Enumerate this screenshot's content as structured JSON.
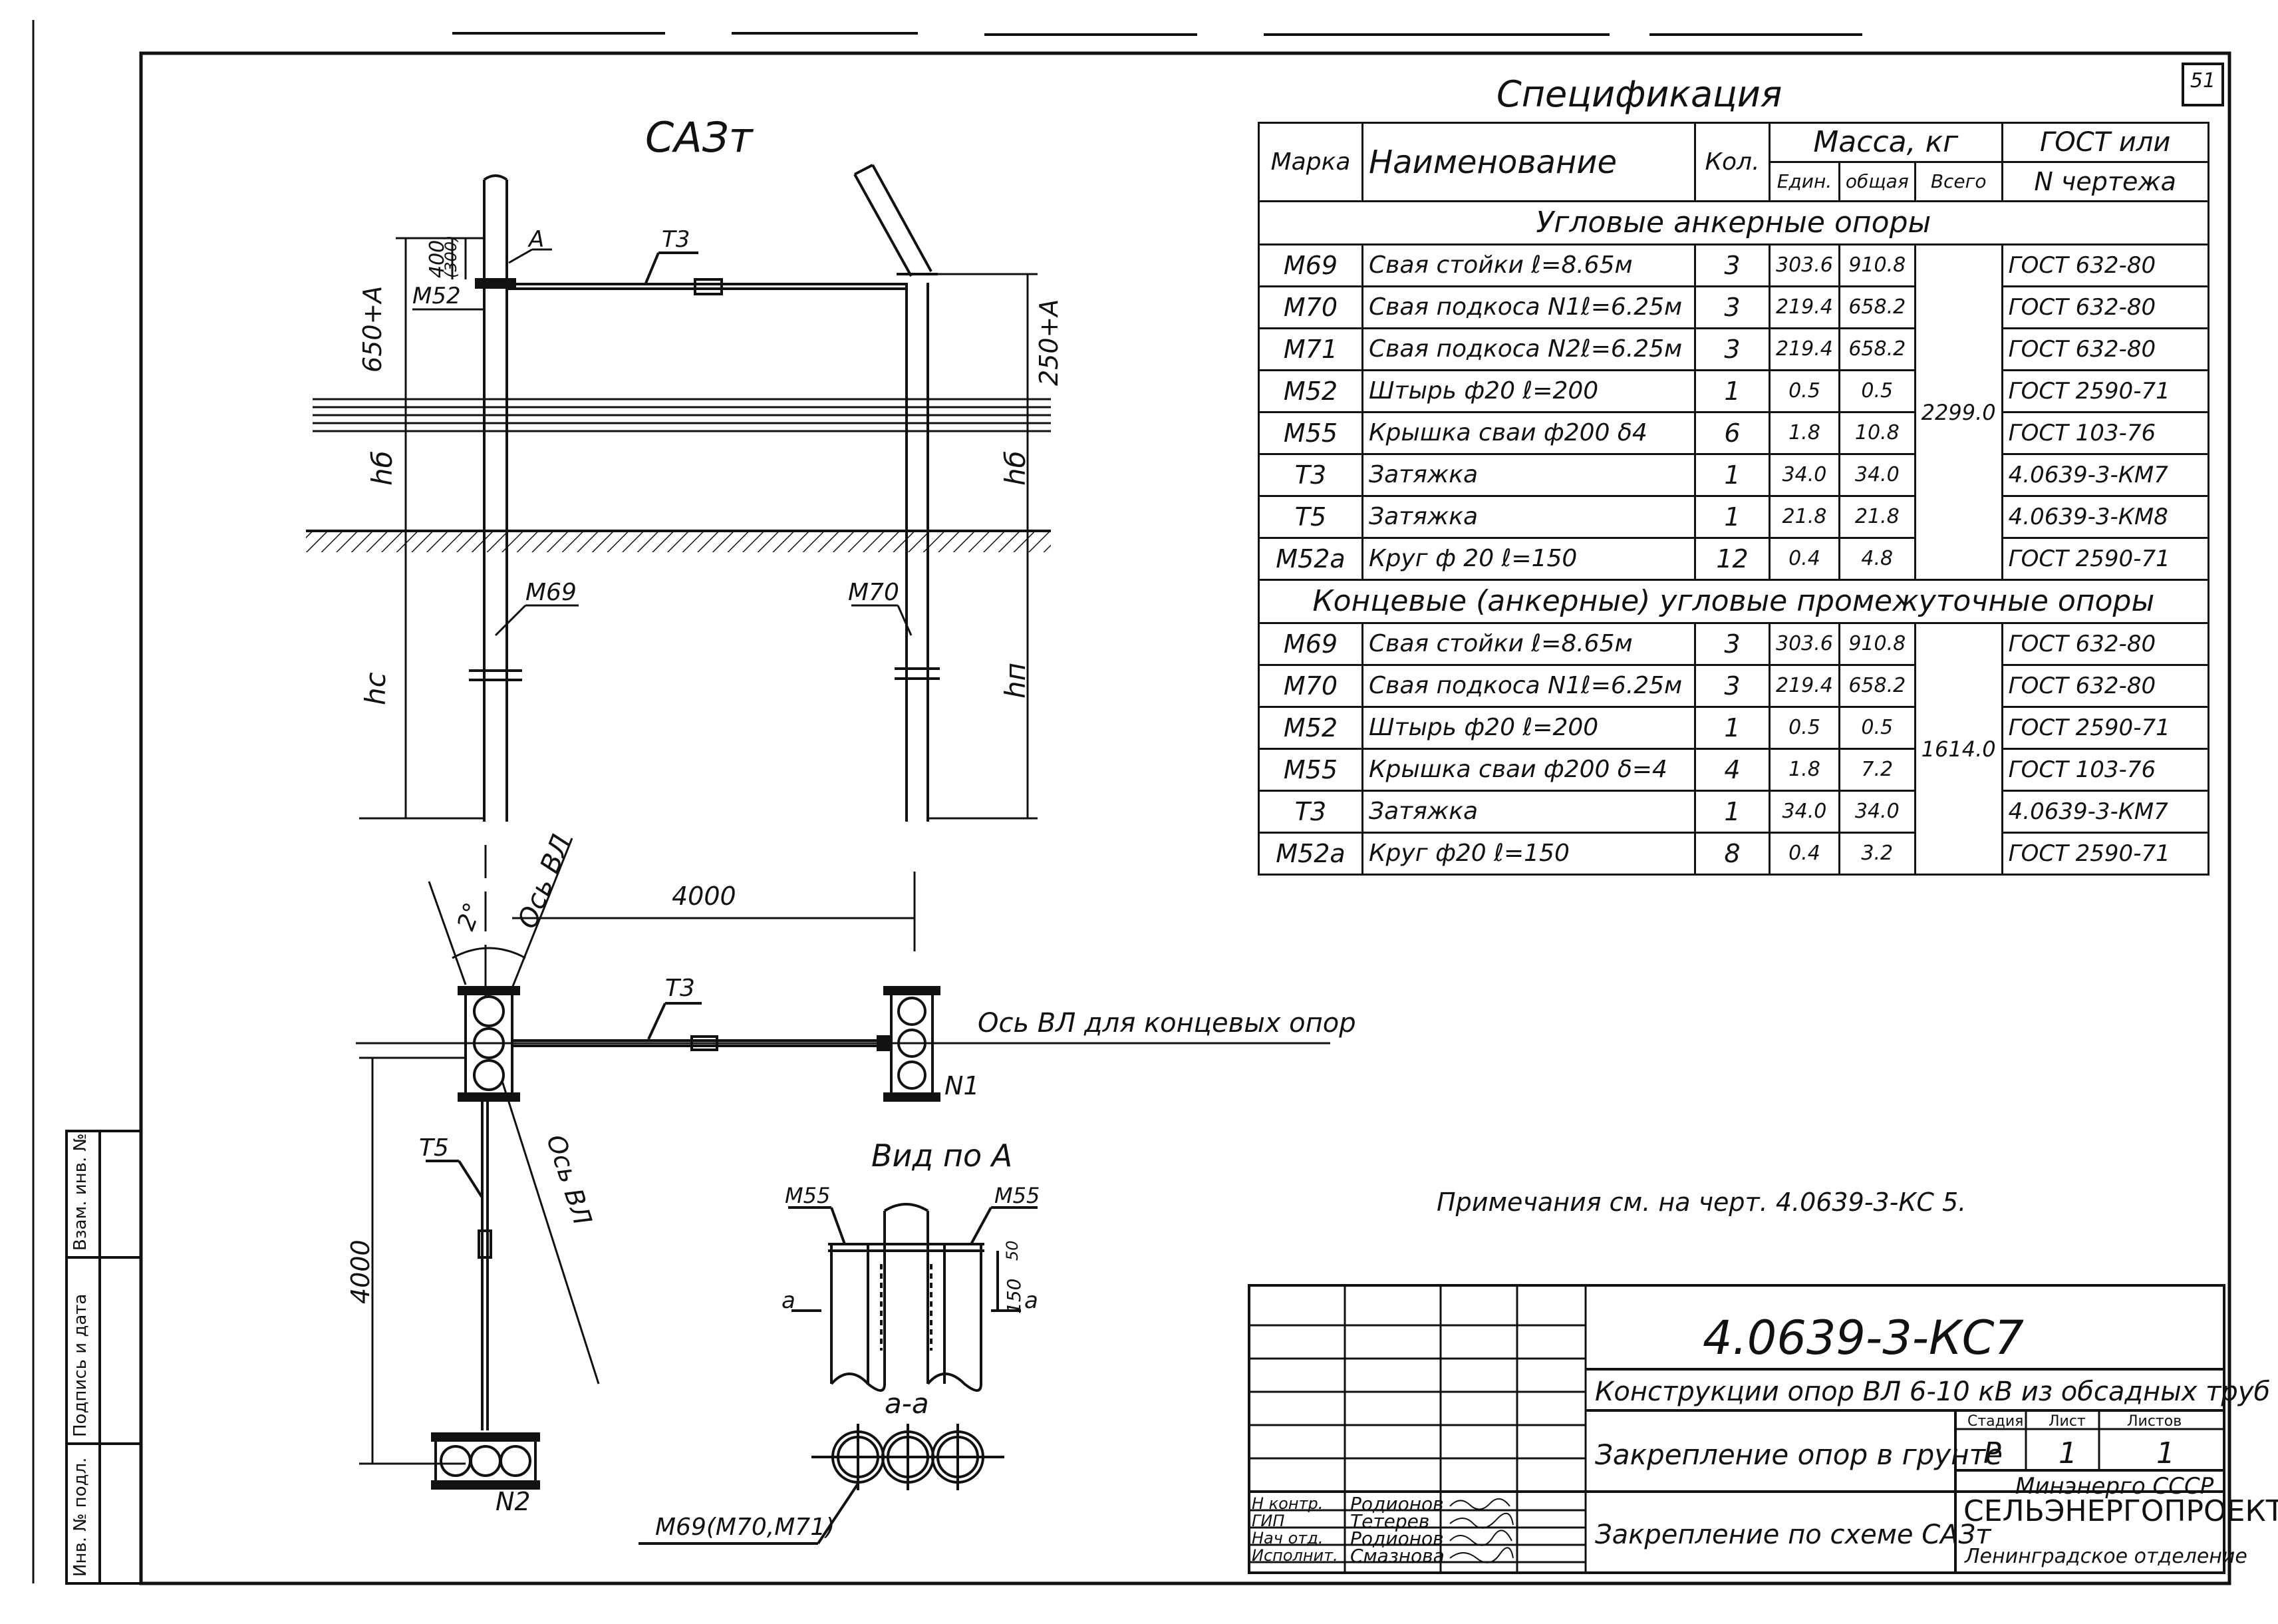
{
  "sheet": {
    "sheet_number": "51",
    "drawing_title": "САЗт",
    "notes": "Примечания см. на черт. 4.0639-3-КС 5."
  },
  "side_strip": {
    "labels": [
      "Инв. № подл.",
      "Подпись и дата",
      "Взам. инв. №"
    ]
  },
  "elevation": {
    "dim_400": "400",
    "dim_300": "(300)",
    "label_A": "А",
    "label_T3": "Т3",
    "label_M52": "М52",
    "dim_650A": "650+А",
    "dim_250A": "250+А",
    "dim_hb_left": "hб",
    "dim_hb_right": "hб",
    "label_M69": "М69",
    "label_M70": "М70",
    "dim_hc": "hc",
    "dim_hn": "hп"
  },
  "plan": {
    "angle": "2°",
    "axis_vl": "Ось ВЛ",
    "dim_4000_top": "4000",
    "label_T3": "Т3",
    "axis_end": "Ось ВЛ для концевых опор",
    "label_N1": "N1",
    "label_T5": "Т5",
    "axis_vl_rot": "Ось ВЛ",
    "dim_4000_left": "4000",
    "label_N2": "N2",
    "label_M69_group": "М69(М70,М71)"
  },
  "view_a": {
    "title": "Вид по А",
    "m55_left": "М55",
    "m55_right": "М55",
    "dim_50": "50",
    "dim_150": "150",
    "section_left": "а",
    "section_right": "а",
    "section_label": "а-а"
  },
  "spec": {
    "title": "Спецификация",
    "headers": {
      "mark": "Марка",
      "name": "Наименование",
      "qty": "Кол.",
      "mass": "Масса, кг",
      "unit": "Един.",
      "general": "общая",
      "all": "Всего",
      "gost": "ГОСТ или",
      "drawing": "N чертежа"
    },
    "sections": [
      {
        "title": "Угловые анкерные опоры",
        "total": "2299.0",
        "rows": [
          {
            "mark": "М69",
            "name": "Свая стойки ℓ=8.65м",
            "qty": "3",
            "unit": "303.6",
            "general": "910.8",
            "gost": "ГОСТ 632-80"
          },
          {
            "mark": "М70",
            "name": "Свая подкоса N1ℓ=6.25м",
            "qty": "3",
            "unit": "219.4",
            "general": "658.2",
            "gost": "ГОСТ 632-80"
          },
          {
            "mark": "М71",
            "name": "Свая подкоса N2ℓ=6.25м",
            "qty": "3",
            "unit": "219.4",
            "general": "658.2",
            "gost": "ГОСТ 632-80"
          },
          {
            "mark": "М52",
            "name": "Штырь ф20 ℓ=200",
            "qty": "1",
            "unit": "0.5",
            "general": "0.5",
            "gost": "ГОСТ 2590-71"
          },
          {
            "mark": "М55",
            "name": "Крышка сваи ф200 δ4",
            "qty": "6",
            "unit": "1.8",
            "general": "10.8",
            "gost": "ГОСТ 103-76"
          },
          {
            "mark": "Т3",
            "name": "Затяжка",
            "qty": "1",
            "unit": "34.0",
            "general": "34.0",
            "gost": "4.0639-3-КМ7"
          },
          {
            "mark": "Т5",
            "name": "Затяжка",
            "qty": "1",
            "unit": "21.8",
            "general": "21.8",
            "gost": "4.0639-3-КМ8"
          },
          {
            "mark": "М52а",
            "name": "Круг ф 20 ℓ=150",
            "qty": "12",
            "unit": "0.4",
            "general": "4.8",
            "gost": "ГОСТ 2590-71"
          }
        ]
      },
      {
        "title": "Концевые (анкерные) угловые промежуточные опоры",
        "total": "1614.0",
        "rows": [
          {
            "mark": "М69",
            "name": "Свая стойки ℓ=8.65м",
            "qty": "3",
            "unit": "303.6",
            "general": "910.8",
            "gost": "ГОСТ 632-80"
          },
          {
            "mark": "М70",
            "name": "Свая подкоса N1ℓ=6.25м",
            "qty": "3",
            "unit": "219.4",
            "general": "658.2",
            "gost": "ГОСТ 632-80"
          },
          {
            "mark": "М52",
            "name": "Штырь ф20 ℓ=200",
            "qty": "1",
            "unit": "0.5",
            "general": "0.5",
            "gost": "ГОСТ 2590-71"
          },
          {
            "mark": "М55",
            "name": "Крышка сваи ф200 δ=4",
            "qty": "4",
            "unit": "1.8",
            "general": "7.2",
            "gost": "ГОСТ 103-76"
          },
          {
            "mark": "Т3",
            "name": "Затяжка",
            "qty": "1",
            "unit": "34.0",
            "general": "34.0",
            "gost": "4.0639-3-КМ7"
          },
          {
            "mark": "М52а",
            "name": "Круг ф20 ℓ=150",
            "qty": "8",
            "unit": "0.4",
            "general": "3.2",
            "gost": "ГОСТ 2590-71"
          }
        ]
      }
    ]
  },
  "title_block": {
    "doc_code": "4.0639-3-КС7",
    "project": "Конструкции опор ВЛ 6-10 кВ из обсадных труб",
    "sheet_name": "Закрепление опор в грунте",
    "sheet_subname": "Закрепление по схеме САЗт",
    "stage_label": "Стадия",
    "sheet_label": "Лист",
    "sheets_label": "Листов",
    "stage": "Р",
    "sheet": "1",
    "sheets": "1",
    "org1": "Минэнерго СССР",
    "org2": "СЕЛЬЭНЕРГОПРОЕКТ",
    "org3": "Ленинградское отделение",
    "people": [
      {
        "role": "Н контр.",
        "name": "Родионов"
      },
      {
        "role": "ГИП",
        "name": "Тетерев"
      },
      {
        "role": "Нач отд.",
        "name": "Родионов"
      },
      {
        "role": "Исполнит.",
        "name": "Смазнова"
      }
    ]
  }
}
